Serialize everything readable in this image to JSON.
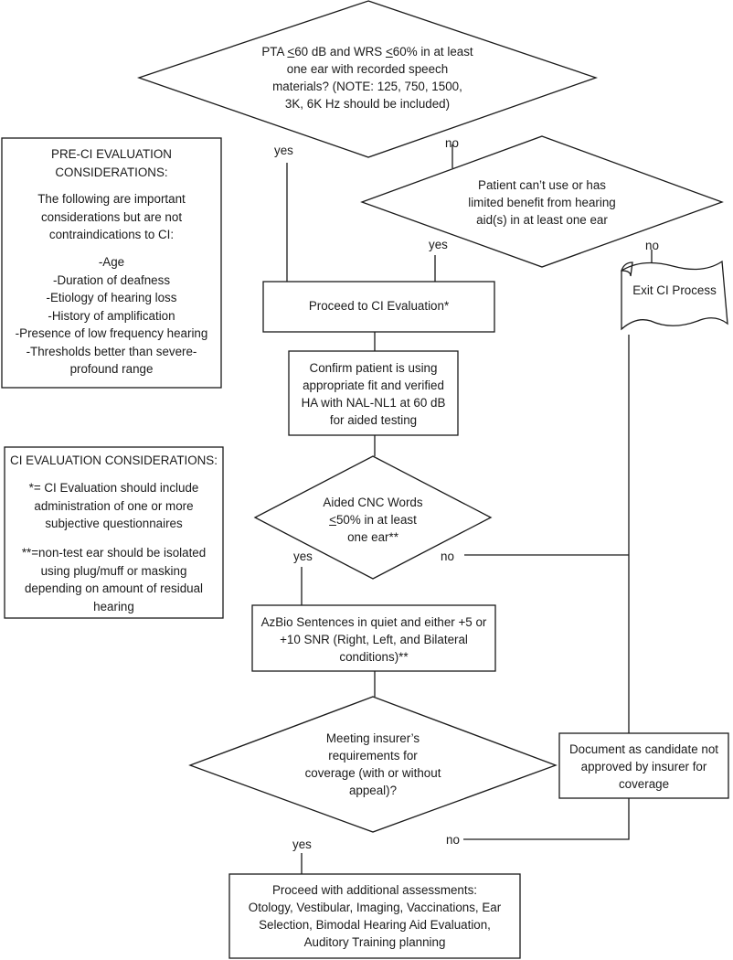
{
  "nodes": {
    "q_pta_wrs": {
      "pre": "PTA ",
      "u1": "<",
      "mid": "60 dB and WRS ",
      "u2": "<",
      "post": "60% in at least\none ear with recorded speech\nmaterials? (NOTE: 125, 750, 1500,\n3K, 6K Hz should be included)"
    },
    "q_hearing_aid": "Patient can’t use or has\nlimited benefit from hearing\naid(s) in at least one ear",
    "exit_ci": "Exit CI Process",
    "proceed_ci_eval": "Proceed to CI Evaluation*",
    "confirm_ha": "Confirm patient is using\nappropriate fit and verified\nHA with NAL-NL1 at 60 dB\nfor aided testing",
    "q_cnc": {
      "line1": "Aided CNC Words",
      "u": "<",
      "line2": "50% in at least",
      "line3": "one ear**"
    },
    "azbio": "AzBio Sentences in quiet and either +5 or\n+10 SNR (Right, Left, and Bilateral\nconditions)**",
    "q_insurer": "Meeting insurer’s\nrequirements for\ncoverage (with or without\nappeal)?",
    "document_candidate": "Document as candidate not\napproved by insurer for\ncoverage",
    "proceed_additional": "Proceed with additional assessments:\nOtology, Vestibular, Imaging, Vaccinations, Ear\nSelection, Bimodal Hearing Aid Evaluation,\nAuditory Training planning"
  },
  "edge_labels": {
    "yes1": "yes",
    "no1": "no",
    "yes2": "yes",
    "no2": "no",
    "yes3": "yes",
    "no3": "no",
    "yes4": "yes",
    "no4": "no"
  },
  "pre_ci_box": {
    "title": "PRE-CI EVALUATION\nCONSIDERATIONS:",
    "intro": "The following are important\nconsiderations but are not\ncontraindications to CI:",
    "items": "-Age\n-Duration of deafness\n-Etiology of hearing loss\n-History of amplification\n-Presence of low frequency hearing\n-Thresholds better than severe-\nprofound range"
  },
  "ci_eval_box": {
    "title": "CI EVALUATION CONSIDERATIONS:",
    "note1": "*= CI Evaluation should include\nadministration of one or more\nsubjective questionnaires",
    "note2": "**=non-test ear should be isolated\nusing plug/muff or masking\ndepending on amount of residual\nhearing"
  }
}
